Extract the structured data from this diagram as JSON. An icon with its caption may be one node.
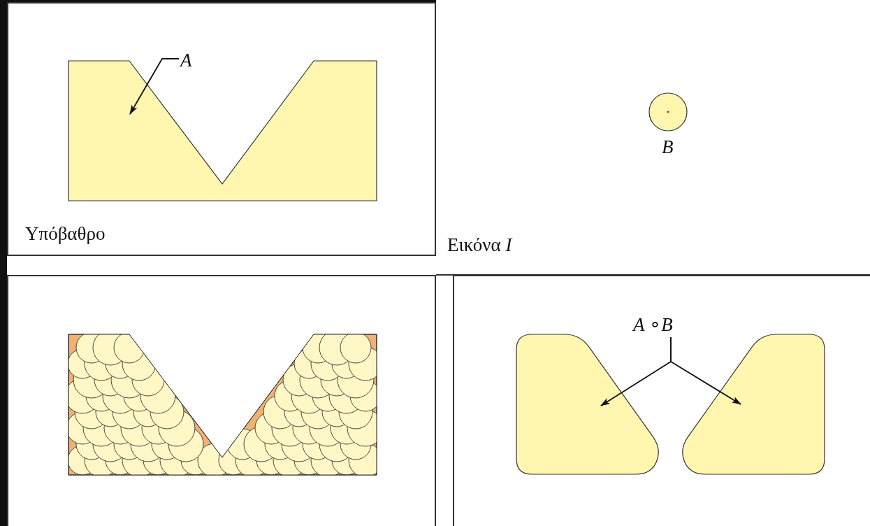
{
  "diagram": {
    "nodes": [
      {
        "text": [
          "Υπόβαθρο"
        ]
      },
      {
        "text": [],
        "shape": "block",
        "in": 0
      },
      {
        "text": [
          "A"
        ],
        "in": 0
      },
      {
        "text": [],
        "shape": "circle",
        "beside": [
          "B"
        ]
      },
      {
        "text": [],
        "shape": "box"
      },
      {
        "text": [],
        "shape": "box"
      },
      {
        "text": [
          "*A* ∘*B*"
        ],
        "in": 5
      },
      {
        "text": [],
        "shape": "block",
        "in": 5
      },
      {
        "text": [],
        "shape": "block",
        "in": 5
      }
    ],
    "edges": [
      {
        "from": 2,
        "to": 1,
        "arrow": "to"
      },
      {
        "from": 6,
        "to": 7,
        "arrow": "to"
      },
      {
        "from": 6,
        "to": 8,
        "arrow": "to"
      }
    ],
    "labels": [
      "Εικόνα *I*"
    ]
  }
}
